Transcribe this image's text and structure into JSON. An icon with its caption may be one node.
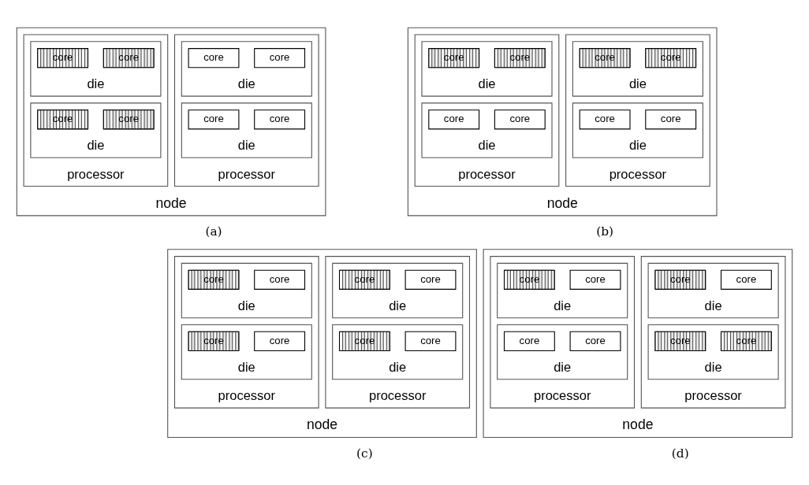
{
  "diagram": {
    "nodes": [
      {
        "text": [
          "node"
        ]
      },
      {
        "text": [
          "processor"
        ],
        "in": 0
      },
      {
        "text": [
          "die"
        ],
        "in": 1
      },
      {
        "text": [
          "core"
        ],
        "in": 2
      },
      {
        "text": [
          "core"
        ],
        "in": 2
      },
      {
        "text": [
          "die"
        ],
        "in": 1
      },
      {
        "text": [
          "core"
        ],
        "in": 5
      },
      {
        "text": [
          "core"
        ],
        "in": 5
      },
      {
        "text": [
          "processor"
        ],
        "in": 0
      },
      {
        "text": [
          "die"
        ],
        "in": 8
      },
      {
        "text": [
          "core"
        ],
        "in": 9
      },
      {
        "text": [
          "core"
        ],
        "in": 9
      },
      {
        "text": [
          "die"
        ],
        "in": 8
      },
      {
        "text": [
          "core"
        ],
        "in": 12
      },
      {
        "text": [
          "core"
        ],
        "in": 12
      },
      {
        "text": [
          "node"
        ]
      },
      {
        "text": [
          "processor"
        ],
        "in": 15
      },
      {
        "text": [
          "die"
        ],
        "in": 16
      },
      {
        "text": [
          "core"
        ],
        "in": 17
      },
      {
        "text": [
          "core"
        ],
        "in": 17
      },
      {
        "text": [
          "die"
        ],
        "in": 16
      },
      {
        "text": [
          "core"
        ],
        "in": 20
      },
      {
        "text": [
          "core"
        ],
        "in": 20
      },
      {
        "text": [
          "processor"
        ],
        "in": 15
      },
      {
        "text": [
          "die"
        ],
        "in": 23
      },
      {
        "text": [
          "core"
        ],
        "in": 24
      },
      {
        "text": [
          "core"
        ],
        "in": 24
      },
      {
        "text": [
          "die"
        ],
        "in": 23
      },
      {
        "text": [
          "core"
        ],
        "in": 27
      },
      {
        "text": [
          "core"
        ],
        "in": 27
      },
      {
        "text": [
          "node"
        ]
      },
      {
        "text": [
          "processor"
        ],
        "in": 30
      },
      {
        "text": [
          "die"
        ],
        "in": 31
      },
      {
        "text": [
          "core"
        ],
        "in": 32
      },
      {
        "text": [
          "core"
        ],
        "in": 32
      },
      {
        "text": [
          "die"
        ],
        "in": 31
      },
      {
        "text": [
          "core"
        ],
        "in": 35
      },
      {
        "text": [
          "core"
        ],
        "in": 35
      },
      {
        "text": [
          "processor"
        ],
        "in": 30
      },
      {
        "text": [
          "die"
        ],
        "in": 38
      },
      {
        "text": [
          "core"
        ],
        "in": 39
      },
      {
        "text": [
          "core"
        ],
        "in": 39
      },
      {
        "text": [
          "die"
        ],
        "in": 38
      },
      {
        "text": [
          "core"
        ],
        "in": 42
      },
      {
        "text": [
          "core"
        ],
        "in": 42
      },
      {
        "text": [
          "node"
        ]
      },
      {
        "text": [
          "processor"
        ],
        "in": 45
      },
      {
        "text": [
          "die"
        ],
        "in": 46
      },
      {
        "text": [
          "core"
        ],
        "in": 47
      },
      {
        "text": [
          "core"
        ],
        "in": 47
      },
      {
        "text": [
          "die"
        ],
        "in": 46
      },
      {
        "text": [
          "core"
        ],
        "in": 50
      },
      {
        "text": [
          "core"
        ],
        "in": 50
      },
      {
        "text": [
          "processor"
        ],
        "in": 45
      },
      {
        "text": [
          "die"
        ],
        "in": 53
      },
      {
        "text": [
          "core"
        ],
        "in": 54
      },
      {
        "text": [
          "core"
        ],
        "in": 54
      },
      {
        "text": [
          "die"
        ],
        "in": 53
      },
      {
        "text": [
          "core"
        ],
        "in": 57
      },
      {
        "text": [
          "core"
        ],
        "in": 57
      }
    ],
    "labels": [
      "(a)",
      "(b)",
      "(c)",
      "(d)"
    ]
  }
}
